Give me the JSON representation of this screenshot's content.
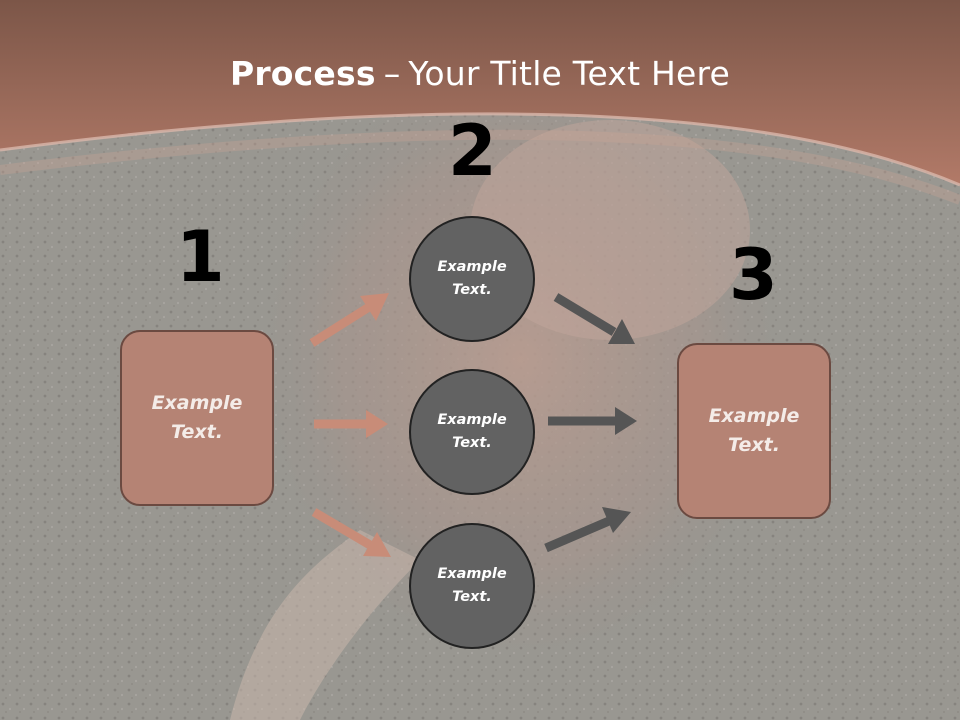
{
  "title": {
    "bold": "Process",
    "separator": "–",
    "rest": "Your Title Text Here"
  },
  "steps": {
    "one": "1",
    "two": "2",
    "three": "3"
  },
  "left_box": {
    "line1": "Example",
    "line2": "Text."
  },
  "right_box": {
    "line1": "Example",
    "line2": "Text."
  },
  "circles": [
    {
      "line1": "Example",
      "line2": "Text."
    },
    {
      "line1": "Example",
      "line2": "Text."
    },
    {
      "line1": "Example",
      "line2": "Text."
    }
  ],
  "colors": {
    "band": "#a7705f",
    "box_fill": "#b58374",
    "circle_fill": "#626262",
    "arrow_in": "#c88c78",
    "arrow_out": "#555555"
  }
}
